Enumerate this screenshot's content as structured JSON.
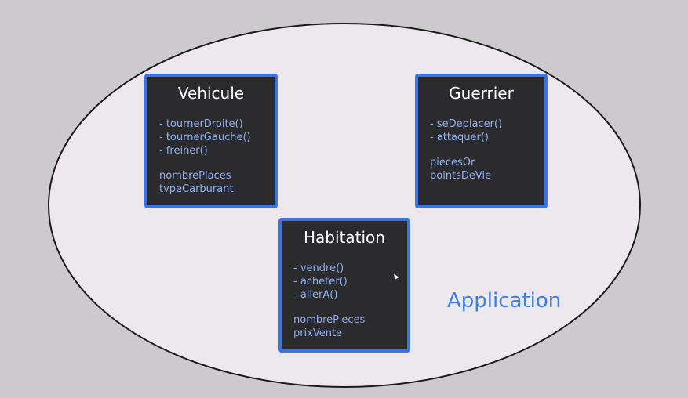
{
  "classes": {
    "vehicule": {
      "title": "Vehicule",
      "methods": [
        "- tournerDroite()",
        "- tournerGauche()",
        "- freiner()"
      ],
      "attributes": [
        "nombrePlaces",
        "typeCarburant"
      ]
    },
    "guerrier": {
      "title": "Guerrier",
      "methods": [
        "- seDeplacer()",
        "- attaquer()"
      ],
      "attributes": [
        "piecesOr",
        "pointsDeVie"
      ]
    },
    "habitation": {
      "title": "Habitation",
      "methods": [
        "- vendre()",
        "- acheter()",
        "- allerA()"
      ],
      "attributes": [
        "nombrePieces",
        "prixVente"
      ]
    }
  },
  "container_label": "Application",
  "colors": {
    "background": "#cdcace",
    "ellipse_fill": "#ece8ee",
    "ellipse_stroke": "#1a1a1a",
    "box_fill": "#2b2a2d",
    "box_border": "#3b73e3",
    "member_text": "#8fb0f2",
    "label_text": "#3f7fe0"
  }
}
